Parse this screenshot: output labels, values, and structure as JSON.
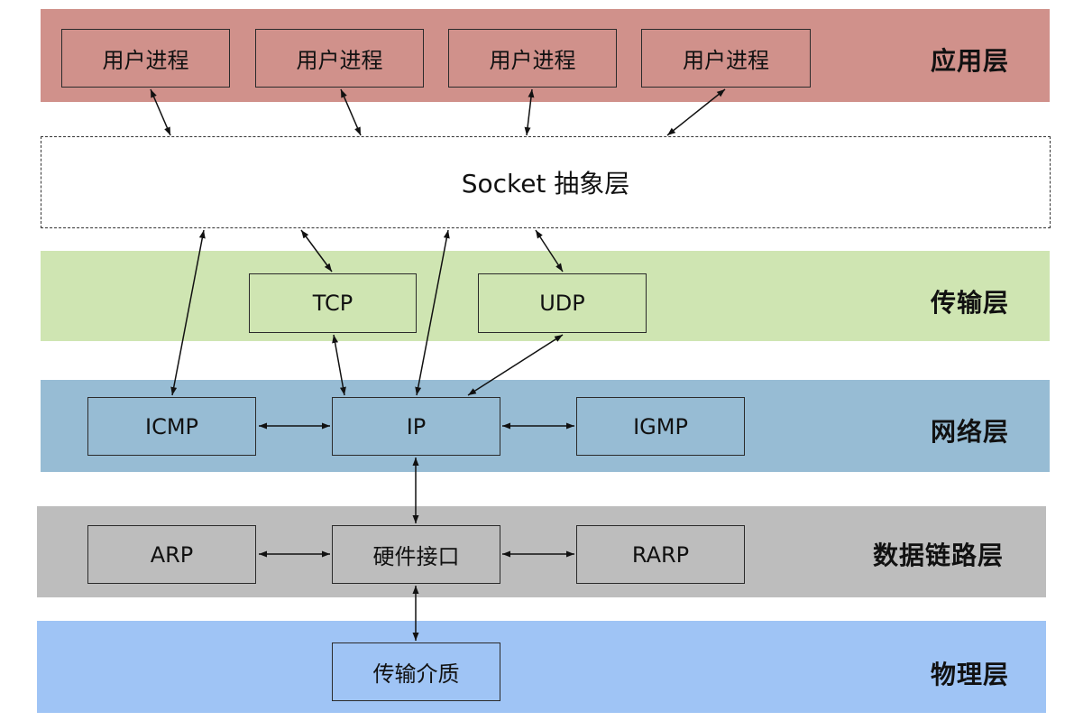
{
  "colors": {
    "application": "#d0918b",
    "transport": "#cfe5b2",
    "network": "#97bcd4",
    "datalink": "#bdbdbd",
    "physical": "#9fc4f5",
    "socket": "#ffffff",
    "border": "#2b2b2b"
  },
  "layers": {
    "application": {
      "label": "应用层",
      "processes": [
        "用户进程",
        "用户进程",
        "用户进程",
        "用户进程"
      ]
    },
    "socket": {
      "label": "Socket 抽象层"
    },
    "transport": {
      "label": "传输层",
      "tcp": "TCP",
      "udp": "UDP"
    },
    "network": {
      "label": "网络层",
      "icmp": "ICMP",
      "ip": "IP",
      "igmp": "IGMP"
    },
    "datalink": {
      "label": "数据链路层",
      "arp": "ARP",
      "hw": "硬件接口",
      "rarp": "RARP"
    },
    "physical": {
      "label": "物理层",
      "medium": "传输介质"
    }
  },
  "connections": [
    [
      "process-1",
      "socket"
    ],
    [
      "process-2",
      "socket"
    ],
    [
      "process-3",
      "socket"
    ],
    [
      "process-4",
      "socket"
    ],
    [
      "socket",
      "tcp"
    ],
    [
      "socket",
      "udp"
    ],
    [
      "socket",
      "icmp"
    ],
    [
      "socket",
      "ip"
    ],
    [
      "tcp",
      "ip"
    ],
    [
      "udp",
      "ip"
    ],
    [
      "icmp",
      "ip"
    ],
    [
      "ip",
      "igmp"
    ],
    [
      "ip",
      "hardware-interface"
    ],
    [
      "arp",
      "hardware-interface"
    ],
    [
      "hardware-interface",
      "rarp"
    ],
    [
      "hardware-interface",
      "transmission-medium"
    ]
  ]
}
